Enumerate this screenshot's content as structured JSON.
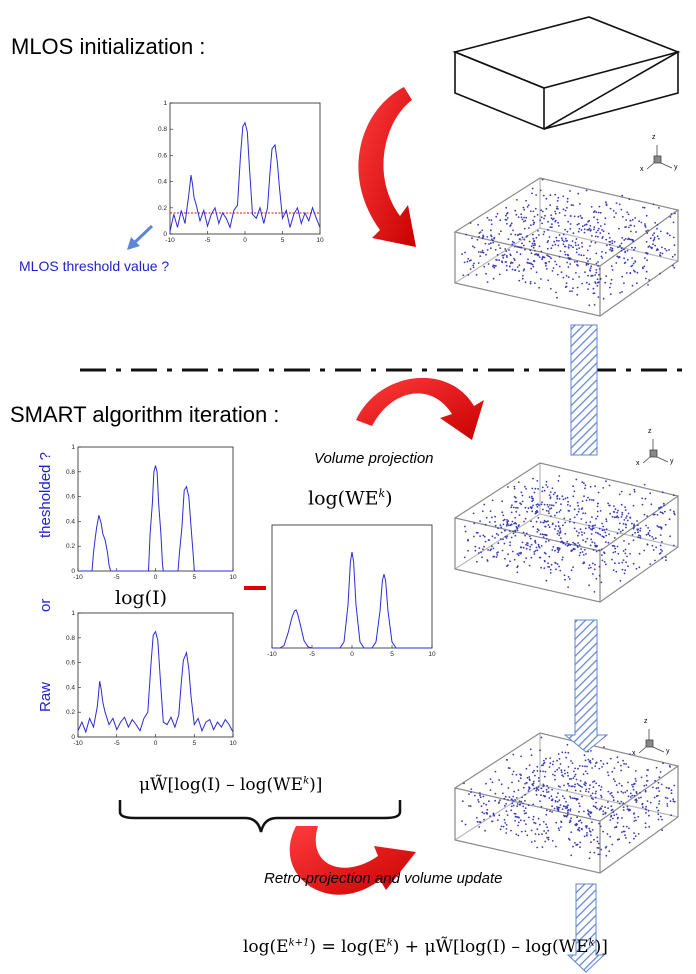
{
  "headings": {
    "mlos_init": "MLOS initialization :",
    "smart_iter": "SMART algorithm iteration :"
  },
  "labels": {
    "mlos_threshold": "MLOS threshold value ?",
    "volume_projection": "Volume projection",
    "retro_projection": "Retro-projection and volume update",
    "thresholded": "thesholded ?",
    "or": "or",
    "raw": "Raw",
    "minus_sign": "–"
  },
  "formulas": {
    "log_I": "log(I)",
    "log_WE": "log(WE",
    "log_WE_sup": "k",
    "log_WE_close": ")",
    "correction": "μW̃[log(I) – log(WE",
    "correction_sup": "k",
    "correction_close": ")]",
    "update_a": "log(E",
    "update_a_sup": "k+1",
    "update_b": ") = log(E",
    "update_b_sup": "k",
    "update_c": ") + μW̃[log(I) – log(WE",
    "update_c_sup": "k",
    "update_d": ")]"
  },
  "axis_glyph": {
    "z": "z",
    "x": "x",
    "y": "y"
  },
  "colors": {
    "signal": "#2b2bd6",
    "threshold_line": "#ff0000",
    "arrow_red": "#e00000",
    "hatch_blue": "#5f86d6",
    "particle": "#3a3ab8",
    "box_grey": "#8a8a8a",
    "label_blue": "#1f1fd0"
  },
  "chart_data": [
    {
      "type": "line",
      "id": "mlos_signal",
      "xlim": [
        -10,
        10
      ],
      "ylim": [
        0,
        1
      ],
      "x_ticks": [
        "-10",
        "-5",
        "0",
        "5",
        "10"
      ],
      "y_ticks": [
        "0",
        "0.2",
        "0.4",
        "0.6",
        "0.8",
        "1"
      ],
      "threshold": 0.16,
      "x": [
        -10,
        -9.5,
        -9,
        -8.5,
        -8,
        -7.5,
        -7.2,
        -7,
        -6.8,
        -6.5,
        -6,
        -5.5,
        -5,
        -4.5,
        -4,
        -3.5,
        -3,
        -2.5,
        -2,
        -1.5,
        -1,
        -0.6,
        -0.3,
        0,
        0.3,
        0.6,
        1,
        1.5,
        2,
        2.5,
        3,
        3.3,
        3.6,
        4,
        4.3,
        4.6,
        5,
        5.5,
        6,
        6.5,
        7,
        7.5,
        8,
        8.5,
        9,
        9.5,
        10
      ],
      "y": [
        0.02,
        0.15,
        0.05,
        0.18,
        0.08,
        0.3,
        0.45,
        0.38,
        0.28,
        0.22,
        0.1,
        0.18,
        0.06,
        0.15,
        0.2,
        0.08,
        0.16,
        0.12,
        0.05,
        0.18,
        0.22,
        0.6,
        0.82,
        0.85,
        0.78,
        0.5,
        0.15,
        0.12,
        0.2,
        0.08,
        0.2,
        0.45,
        0.65,
        0.68,
        0.55,
        0.35,
        0.12,
        0.18,
        0.05,
        0.15,
        0.2,
        0.08,
        0.16,
        0.1,
        0.2,
        0.12,
        0.05
      ]
    },
    {
      "type": "line",
      "id": "thresholded_signal",
      "xlim": [
        -10,
        10
      ],
      "ylim": [
        0,
        1
      ],
      "x_ticks": [
        "-10",
        "-5",
        "0",
        "5",
        "10"
      ],
      "y_ticks": [
        "0",
        "0.2",
        "0.4",
        "0.6",
        "0.8",
        "1"
      ],
      "x": [
        -10,
        -8.2,
        -8,
        -7.8,
        -7.6,
        -7.3,
        -7,
        -6.8,
        -6.5,
        -6.2,
        -6,
        -5.8,
        -0.9,
        -0.7,
        -0.4,
        -0.2,
        0,
        0.2,
        0.4,
        0.7,
        0.9,
        1,
        2.9,
        3.1,
        3.4,
        3.7,
        4,
        4.3,
        4.6,
        4.9,
        5,
        10
      ],
      "y": [
        0,
        0,
        0.15,
        0.25,
        0.35,
        0.45,
        0.38,
        0.3,
        0.25,
        0.15,
        0.05,
        0,
        0,
        0.3,
        0.55,
        0.8,
        0.85,
        0.8,
        0.55,
        0.3,
        0.05,
        0,
        0,
        0.15,
        0.35,
        0.65,
        0.68,
        0.6,
        0.35,
        0.1,
        0,
        0
      ]
    },
    {
      "type": "line",
      "id": "raw_signal",
      "xlim": [
        -10,
        10
      ],
      "ylim": [
        0,
        1
      ],
      "x_ticks": [
        "-10",
        "-5",
        "0",
        "5",
        "10"
      ],
      "y_ticks": [
        "0",
        "0.2",
        "0.4",
        "0.6",
        "0.8",
        "1"
      ],
      "x": [
        -10,
        -9.5,
        -9,
        -8.5,
        -8,
        -7.5,
        -7.2,
        -7,
        -6.8,
        -6.5,
        -6,
        -5.5,
        -5,
        -4.5,
        -4,
        -3.5,
        -3,
        -2.5,
        -2,
        -1.5,
        -1,
        -0.6,
        -0.3,
        0,
        0.3,
        0.6,
        1,
        1.5,
        2,
        2.5,
        3,
        3.3,
        3.6,
        4,
        4.3,
        4.6,
        5,
        5.5,
        6,
        6.5,
        7,
        7.5,
        8,
        8.5,
        9,
        9.5,
        10
      ],
      "y": [
        0.05,
        0.12,
        0.04,
        0.15,
        0.08,
        0.25,
        0.45,
        0.38,
        0.28,
        0.2,
        0.1,
        0.15,
        0.06,
        0.12,
        0.16,
        0.08,
        0.14,
        0.1,
        0.05,
        0.15,
        0.2,
        0.58,
        0.82,
        0.85,
        0.78,
        0.48,
        0.12,
        0.1,
        0.16,
        0.08,
        0.18,
        0.42,
        0.62,
        0.68,
        0.55,
        0.32,
        0.1,
        0.15,
        0.05,
        0.12,
        0.14,
        0.06,
        0.12,
        0.08,
        0.14,
        0.1,
        0.04
      ]
    },
    {
      "type": "line",
      "id": "volume_projection_signal",
      "xlim": [
        -10,
        10
      ],
      "ylim": [
        0,
        1
      ],
      "x_ticks": [
        "-10",
        "-5",
        "0",
        "5",
        "10"
      ],
      "x": [
        -10,
        -9,
        -8.5,
        -8,
        -7.5,
        -7.2,
        -7,
        -6.8,
        -6.5,
        -6,
        -5.5,
        -5,
        -1.5,
        -1,
        -0.5,
        -0.2,
        0,
        0.2,
        0.5,
        1,
        1.5,
        2.5,
        3,
        3.5,
        3.8,
        4,
        4.2,
        4.5,
        5,
        5.5,
        10
      ],
      "y": [
        0,
        0,
        0.02,
        0.12,
        0.25,
        0.3,
        0.31,
        0.28,
        0.2,
        0.06,
        0.01,
        0,
        0,
        0.05,
        0.35,
        0.7,
        0.78,
        0.7,
        0.35,
        0.05,
        0,
        0,
        0.05,
        0.3,
        0.55,
        0.6,
        0.55,
        0.3,
        0.05,
        0,
        0
      ]
    }
  ]
}
